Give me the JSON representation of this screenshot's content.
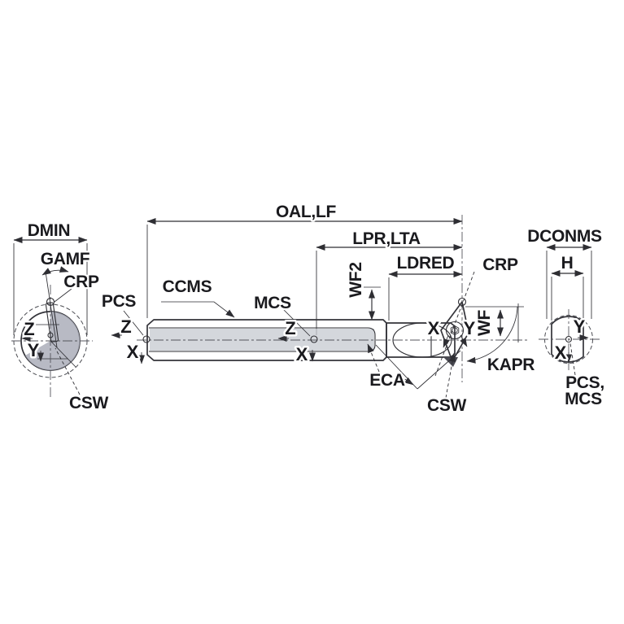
{
  "figure": {
    "type": "technical-drawing",
    "subject": "Boring bar tool with diamond insert — left end view, side view and shank end view with dimension designations"
  },
  "colors": {
    "insert_yellow": "#fdc608",
    "body_gray": "#b1b5bf",
    "body_gray_light": "#c6c9d0",
    "head_gray": "#b8bbc4",
    "metal_gray": "#9aa0ab",
    "metal_light": "#c9cdd5",
    "seat_dark": "#4a4a52",
    "line": "#2e2e33"
  },
  "views": {
    "left_end_view": {
      "labels": {
        "dmin": "DMIN",
        "gamf": "GAMF",
        "crp": "CRP",
        "axis_z": "Z",
        "axis_y": "Y",
        "csw": "CSW"
      }
    },
    "main_view": {
      "labels": {
        "oal_lf": "OAL,LF",
        "lpr_lta": "LPR,LTA",
        "ldred": "LDRED",
        "wf2": "WF2",
        "wf": "WF",
        "ccms": "CCMS",
        "mcs": "MCS",
        "pcs": "PCS",
        "crp": "CRP",
        "kapr": "KAPR",
        "eca": "ECA",
        "csw": "CSW",
        "pcs_axis_z": "Z",
        "pcs_axis_x": "X",
        "mcs_axis_z": "Z",
        "mcs_axis_x": "X",
        "tip_axis_x": "X",
        "tip_axis_y": "Y"
      }
    },
    "right_end_view": {
      "labels": {
        "dconms": "DCONMS",
        "h": "H",
        "axis_y": "Y",
        "axis_x": "X",
        "pcs_mcs_1": "PCS,",
        "pcs_mcs_2": "MCS"
      }
    }
  }
}
